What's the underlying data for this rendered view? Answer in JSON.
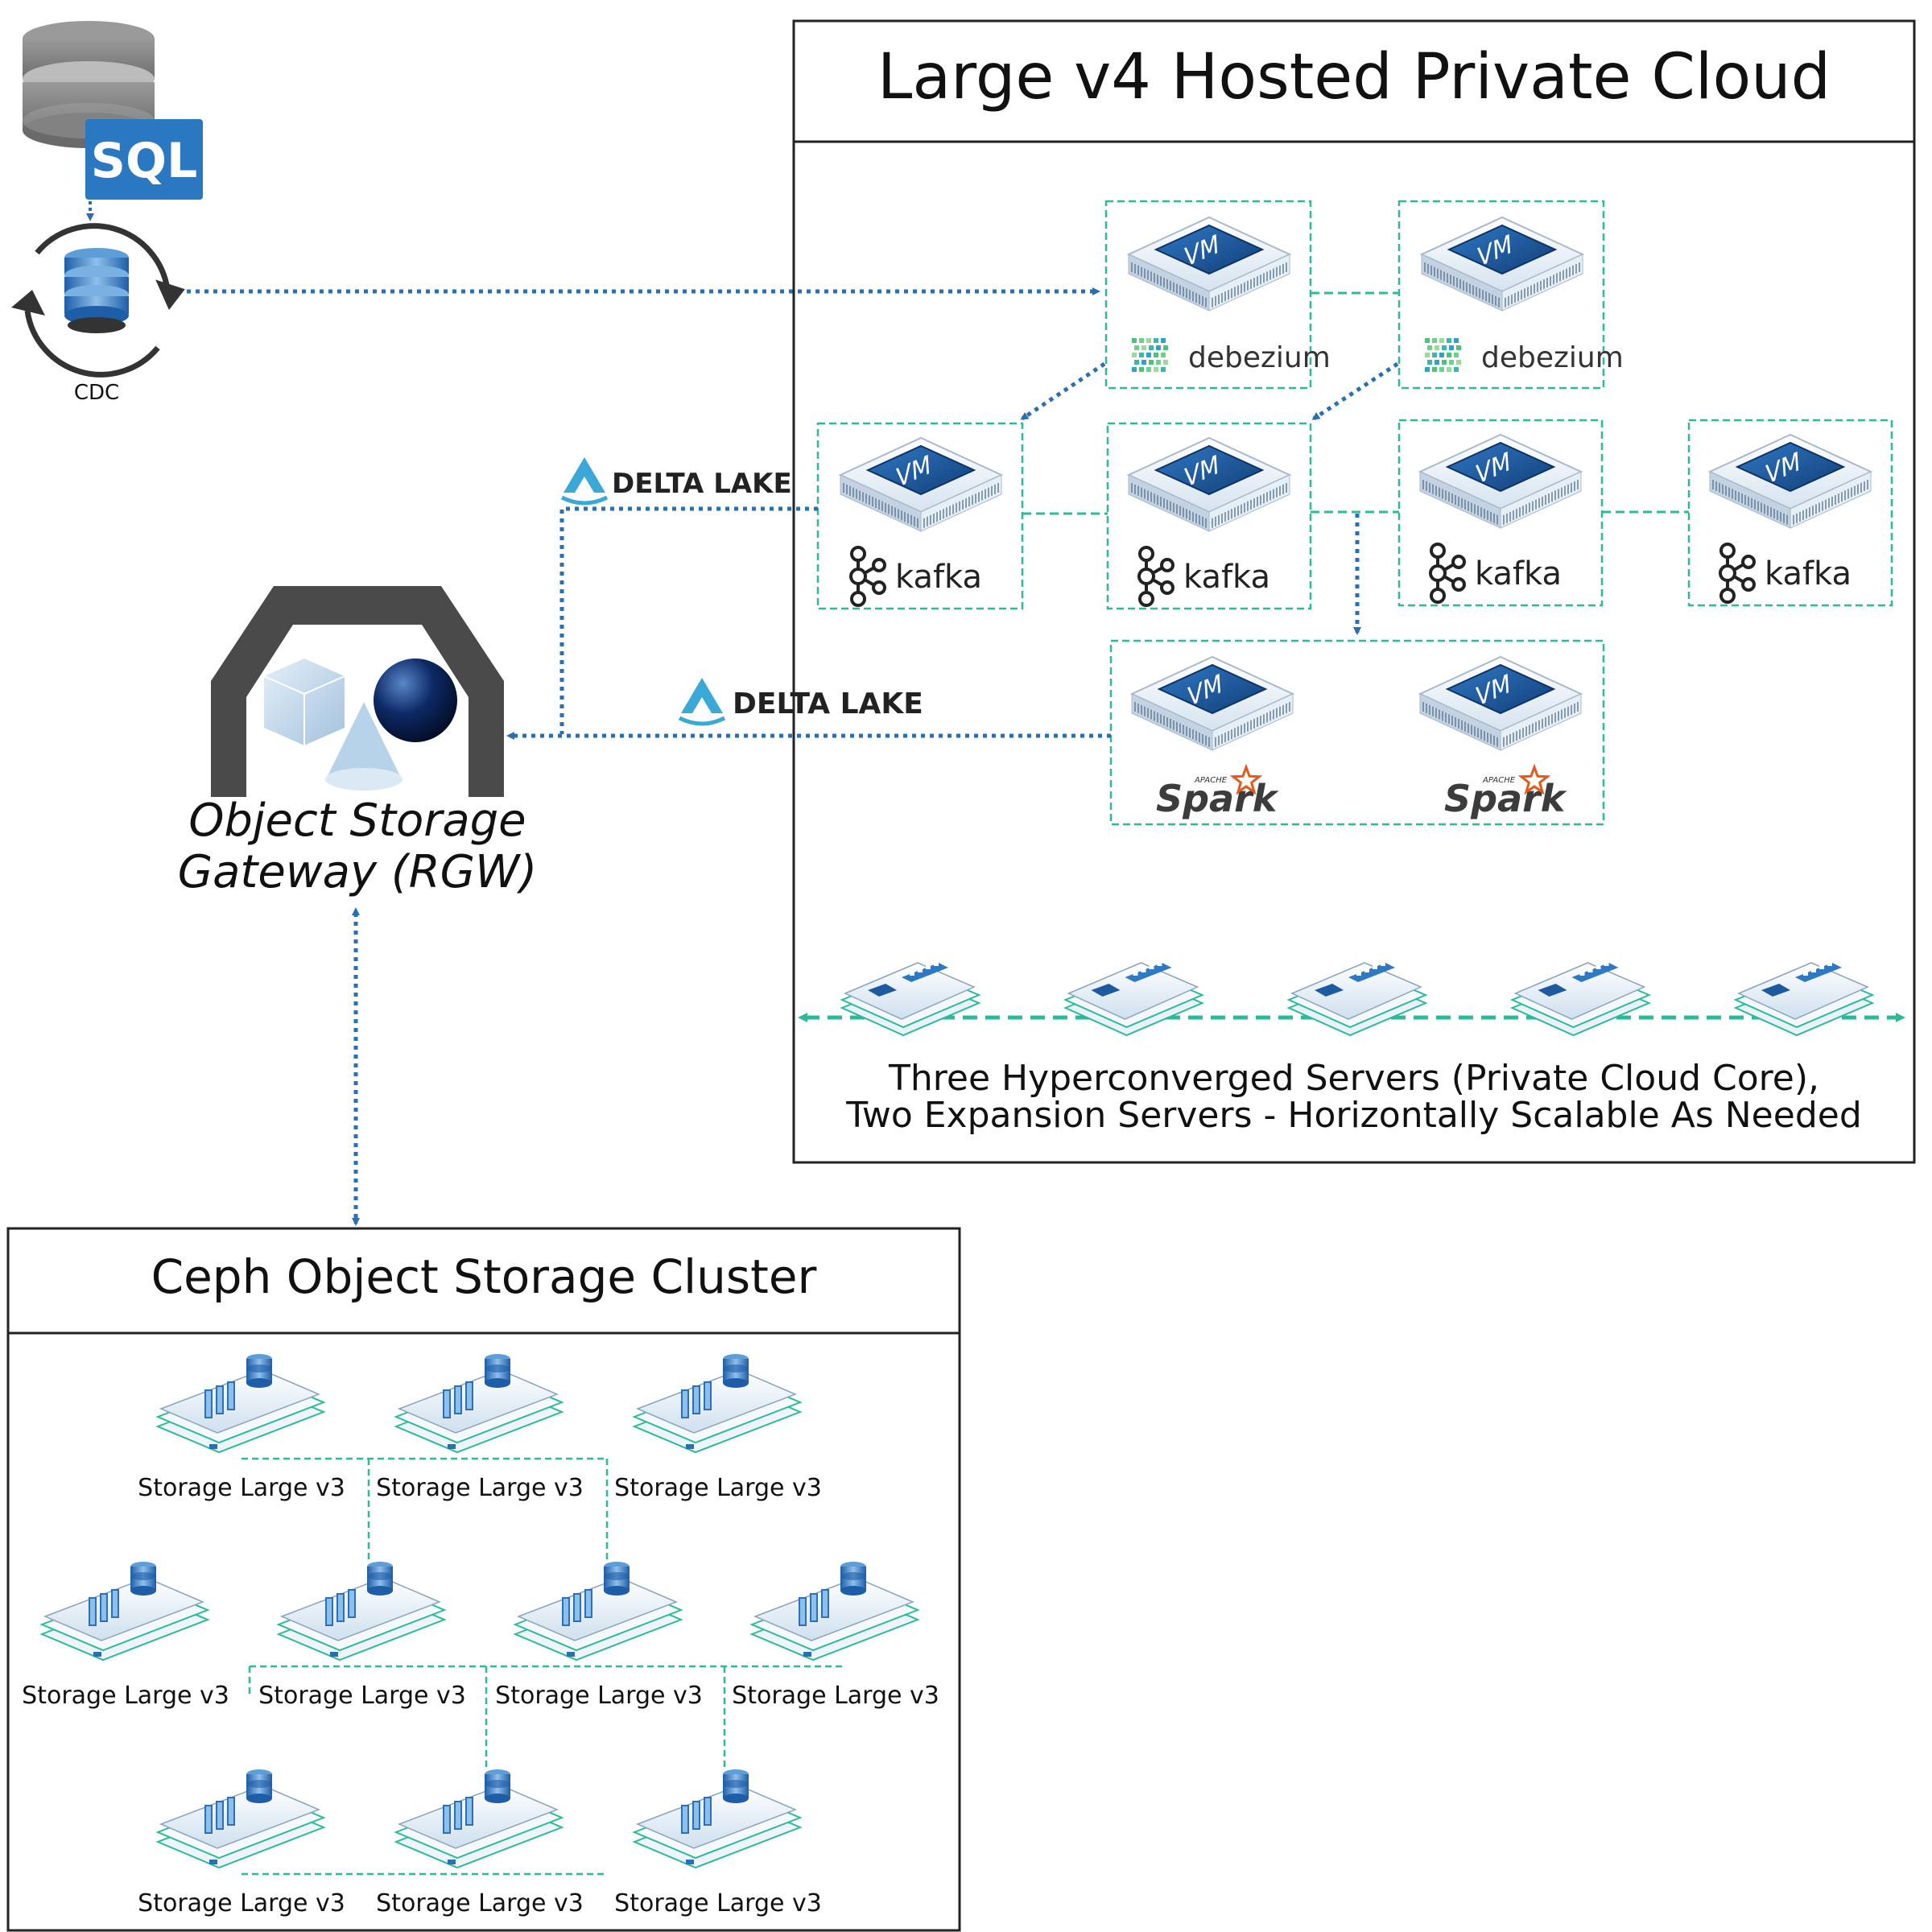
{
  "colors": {
    "teal": "#2bbb9a",
    "blue_link": "#2a6fb0",
    "vm_blue": "#1d5aa0",
    "border": "#222222",
    "delta": "#3aa9d8",
    "kafka": "#222222",
    "spark": "#e25a1c",
    "sql": "#2b78c2"
  },
  "source": {
    "sql_label": "SQL",
    "cdc_label": "CDC"
  },
  "gateway": {
    "title_line1": "Object Storage",
    "title_line2": "Gateway (RGW)"
  },
  "delta_lake": {
    "upper_label": "DELTA LAKE",
    "lower_label": "DELTA LAKE"
  },
  "private_cloud": {
    "title": "Large v4 Hosted Private Cloud",
    "vm_chip_label": "VM",
    "debezium_nodes": [
      "debezium",
      "debezium"
    ],
    "kafka_nodes": [
      "kafka",
      "kafka",
      "kafka",
      "kafka"
    ],
    "spark_nodes": [
      "Spark",
      "Spark"
    ],
    "spark_prefix": "APACHE",
    "servers_caption_line1": "Three Hyperconverged Servers (Private Cloud Core),",
    "servers_caption_line2": "Two Expansion Servers - Horizontally Scalable As Needed",
    "server_count": 5
  },
  "ceph_cluster": {
    "title": "Ceph Object Storage Cluster",
    "node_label": "Storage Large v3",
    "row_counts": [
      3,
      4,
      3
    ],
    "nodes": [
      "Storage Large v3",
      "Storage Large v3",
      "Storage Large v3",
      "Storage Large v3",
      "Storage Large v3",
      "Storage Large v3",
      "Storage Large v3",
      "Storage Large v3",
      "Storage Large v3",
      "Storage Large v3"
    ]
  }
}
